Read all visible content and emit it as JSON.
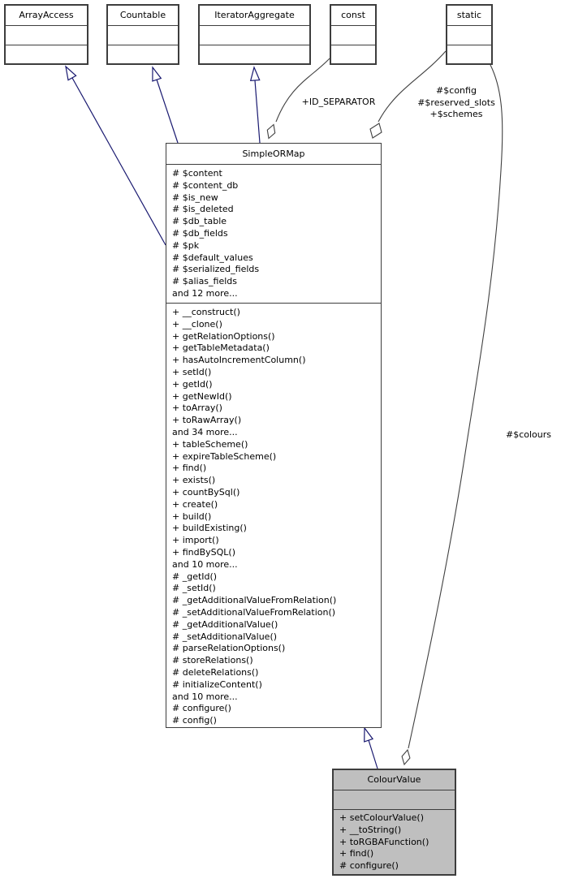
{
  "diagram": {
    "type": "uml-collaboration-graph",
    "colors": {
      "inheritance_edge": "#191970",
      "usage_edge": "#404040",
      "node_fill": "#ffffff",
      "focus_node_fill": "#bfbfbf",
      "node_border": "#3d3d3d"
    },
    "classes": [
      {
        "name": "ArrayAccess",
        "attributes": [],
        "methods": []
      },
      {
        "name": "Countable",
        "attributes": [],
        "methods": []
      },
      {
        "name": "IteratorAggregate",
        "attributes": [],
        "methods": []
      },
      {
        "name": "const",
        "attributes": [],
        "methods": []
      },
      {
        "name": "static",
        "attributes": [],
        "methods": []
      },
      {
        "name": "SimpleORMap",
        "attributes": [
          "# $content",
          "# $content_db",
          "# $is_new",
          "# $is_deleted",
          "# $db_table",
          "# $db_fields",
          "# $pk",
          "# $default_values",
          "# $serialized_fields",
          "# $alias_fields",
          "and 12 more..."
        ],
        "methods": [
          "+ __construct()",
          "+ __clone()",
          "+ getRelationOptions()",
          "+ getTableMetadata()",
          "+ hasAutoIncrementColumn()",
          "+ setId()",
          "+ getId()",
          "+ getNewId()",
          "+ toArray()",
          "+ toRawArray()",
          "and 34 more...",
          "+ tableScheme()",
          "+ expireTableScheme()",
          "+ find()",
          "+ exists()",
          "+ countBySql()",
          "+ create()",
          "+ build()",
          "+ buildExisting()",
          "+ import()",
          "+ findBySQL()",
          "and 10 more...",
          "# _getId()",
          "# _setId()",
          "# _getAdditionalValueFromRelation()",
          "# _setAdditionalValueFromRelation()",
          "# _getAdditionalValue()",
          "# _setAdditionalValue()",
          "# parseRelationOptions()",
          "# storeRelations()",
          "# deleteRelations()",
          "# initializeContent()",
          "and 10 more...",
          "# configure()",
          "# config()"
        ]
      },
      {
        "name": "ColourValue",
        "attributes": [],
        "methods": [
          "+ setColourValue()",
          "+ __toString()",
          "+ toRGBAFunction()",
          "+ find()",
          "# configure()"
        ]
      }
    ],
    "edge_labels": {
      "id_separator": "+ID_SEPARATOR",
      "static_config": "#$config",
      "static_reserved_slots": "#$reserved_slots",
      "static_schemes": "+$schemes",
      "static_colours": "#$colours"
    }
  }
}
